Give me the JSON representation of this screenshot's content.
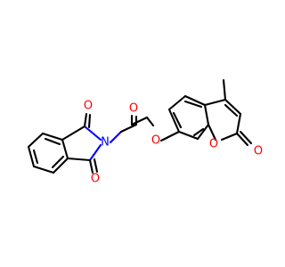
{
  "molecule": {
    "atom_labels": {
      "nitrogen": "N",
      "imide_oxygen_top": "O",
      "imide_oxygen_bottom": "O",
      "carbonyl_oxygen": "O",
      "ester_oxygen": "O",
      "ring_oxygen": "O",
      "lactone_oxygen": "O"
    },
    "colors": {
      "bond": "#000000",
      "oxygen": "#ff0000",
      "nitrogen": "#0000ff",
      "background": "#ffffff"
    }
  }
}
